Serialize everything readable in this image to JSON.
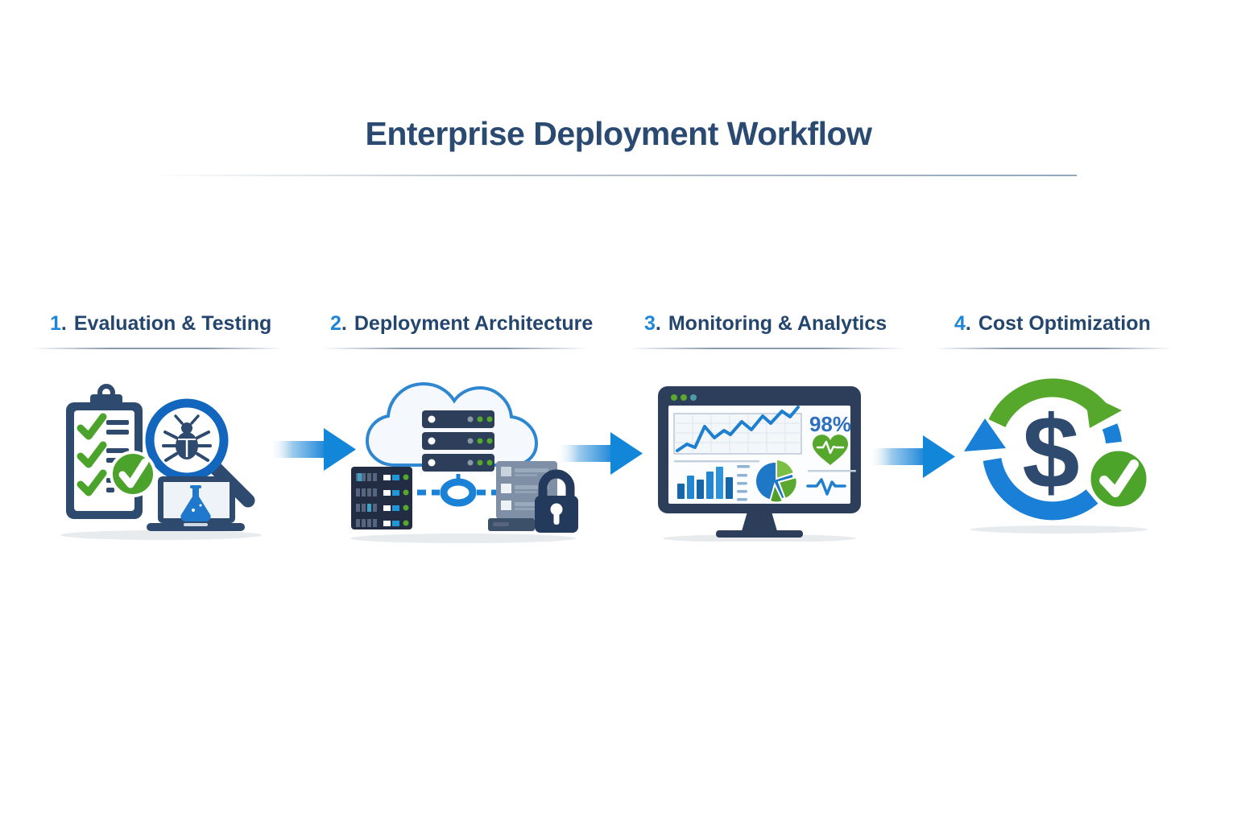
{
  "title": "Enterprise Deployment Workflow",
  "steps": [
    {
      "number": "1",
      "separator": ".",
      "label": "Evaluation & Testing"
    },
    {
      "number": "2",
      "separator": ".",
      "label": "Deployment Architecture"
    },
    {
      "number": "3",
      "separator": ".",
      "label": "Monitoring & Analytics"
    },
    {
      "number": "4",
      "separator": ".",
      "label": "Cost Optimization"
    }
  ],
  "monitor": {
    "uptime_value": "98%"
  },
  "icons": {
    "dollar_glyph": "$"
  },
  "colors": {
    "title_navy": "#2a4a72",
    "header_navy": "#24466e",
    "step_number_blue": "#1e86d8",
    "icon_navy": "#2e4a6e",
    "accent_blue": "#1a82d6",
    "deep_blue": "#1266bd",
    "green": "#56a82d",
    "check_green": "#4ca42b",
    "gray_rack": "#7f90a6"
  }
}
